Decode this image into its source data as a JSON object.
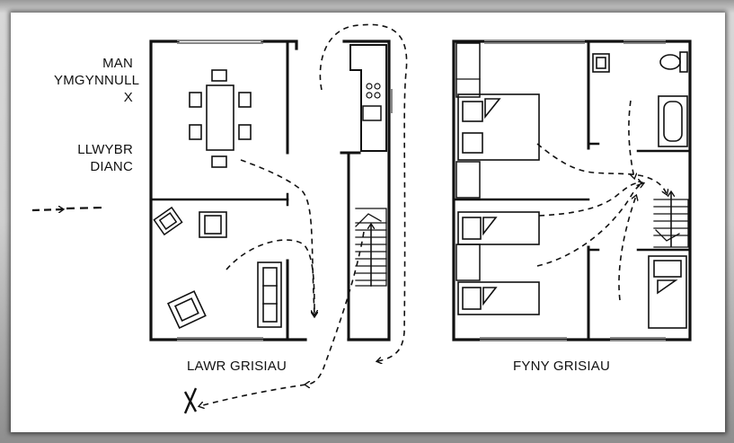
{
  "legend": {
    "assembly_point_line1": "MAN",
    "assembly_point_line2": "YMGYNNULL",
    "assembly_point_line3": "X",
    "escape_route_line1": "LLWYBR",
    "escape_route_line2": "DIANC"
  },
  "floors": {
    "downstairs": "LAWR GRISIAU",
    "upstairs": "FYNY GRISIAU"
  },
  "colors": {
    "ink": "#111111",
    "background": "#ffffff"
  }
}
